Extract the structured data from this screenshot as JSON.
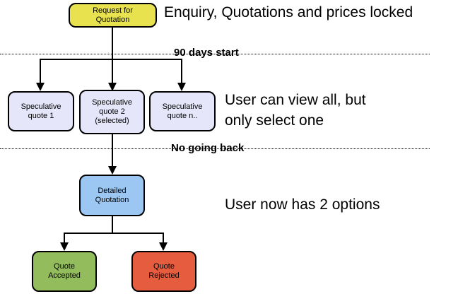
{
  "diagram": {
    "line_color": "#000000",
    "nodes": [
      {
        "id": "request-for-quotation",
        "label": "Request for\nQuotation",
        "color": "#e7e24e"
      },
      {
        "id": "speculative-quote-1",
        "label": "Speculative\nquote 1",
        "color": "#e6e6fa"
      },
      {
        "id": "speculative-quote-2",
        "label": "Speculative\nquote 2\n(selected)",
        "color": "#e6e6fa"
      },
      {
        "id": "speculative-quote-n",
        "label": "Speculative\nquote n..",
        "color": "#e6e6fa"
      },
      {
        "id": "detailed-quotation",
        "label": "Detailed\nQuotation",
        "color": "#9bc7f2"
      },
      {
        "id": "quote-accepted",
        "label": "Quote\nAccepted",
        "color": "#93bc5c"
      },
      {
        "id": "quote-rejected",
        "label": "Quote\nRejected",
        "color": "#e65c3f"
      }
    ],
    "edges": [
      {
        "from": "request-for-quotation",
        "to": "speculative-quote-1"
      },
      {
        "from": "request-for-quotation",
        "to": "speculative-quote-2"
      },
      {
        "from": "request-for-quotation",
        "to": "speculative-quote-n"
      },
      {
        "from": "speculative-quote-2",
        "to": "detailed-quotation"
      },
      {
        "from": "detailed-quotation",
        "to": "quote-accepted"
      },
      {
        "from": "detailed-quotation",
        "to": "quote-rejected"
      }
    ],
    "annotations": {
      "top_right": "Enquiry, Quotations and prices locked",
      "phase_line_1": "90 days start",
      "middle_right": "User can view all, but\nonly select one",
      "phase_line_2": "No going back",
      "bottom_right": "User now has 2 options"
    }
  }
}
